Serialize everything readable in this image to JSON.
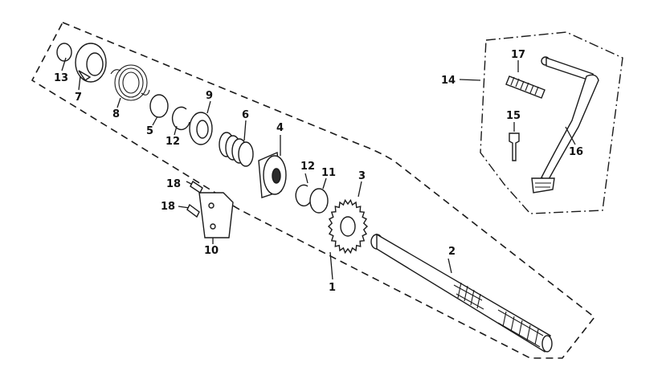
{
  "labels": {
    "p1": "1",
    "p2": "2",
    "p3": "3",
    "p4": "4",
    "p5": "5",
    "p6": "6",
    "p7": "7",
    "p8": "8",
    "p9": "9",
    "p10": "10",
    "p11": "11",
    "p12a": "12",
    "p12b": "12",
    "p13": "13",
    "p14": "14",
    "p15": "15",
    "p16": "16",
    "p17": "17",
    "p18a": "18",
    "p18b": "18"
  }
}
